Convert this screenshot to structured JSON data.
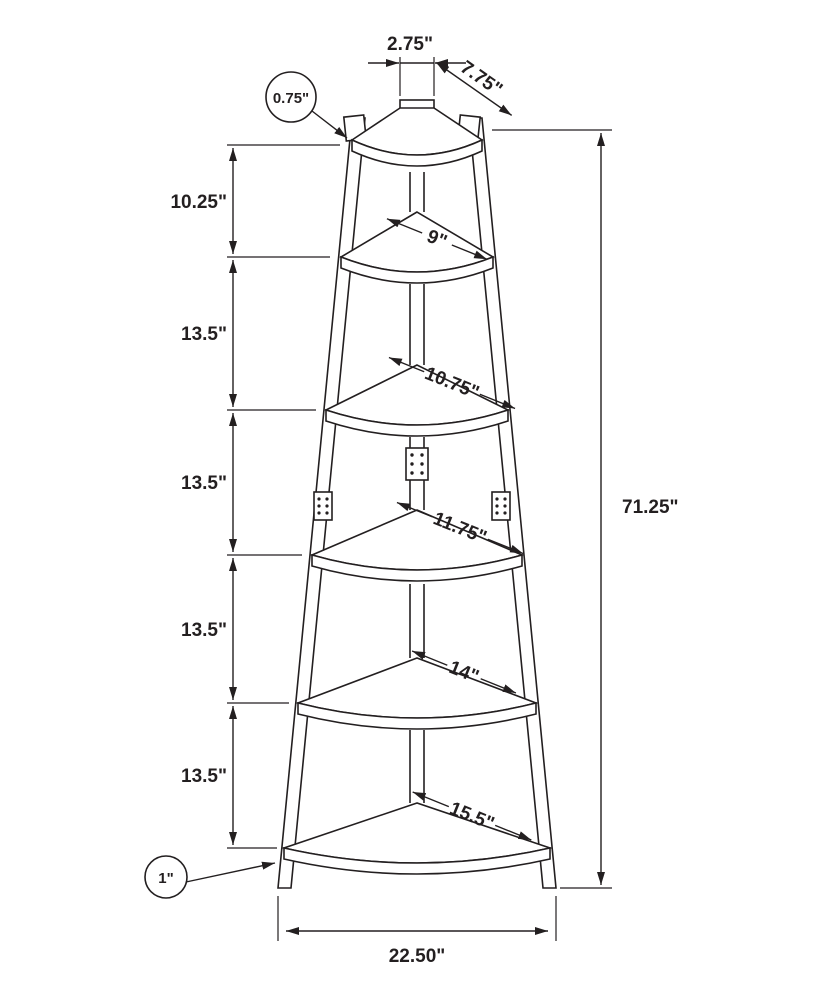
{
  "colors": {
    "line": "#231f20",
    "background": "#ffffff"
  },
  "diagram": {
    "title": "corner-etagere-dimension-diagram",
    "top_width_label": "2.75\"",
    "top_diagonal_label": "7.75\"",
    "top_thickness_label": "0.75\"",
    "left_spacings": [
      "10.25\"",
      "13.5\"",
      "13.5\"",
      "13.5\"",
      "13.5\""
    ],
    "shelf_depth_labels": [
      "9\"",
      "10.75\"",
      "11.75\"",
      "14\"",
      "15.5\""
    ],
    "overall_height_label": "71.25\"",
    "shelf_thickness_label": "1\"",
    "base_width_label": "22.50\""
  }
}
